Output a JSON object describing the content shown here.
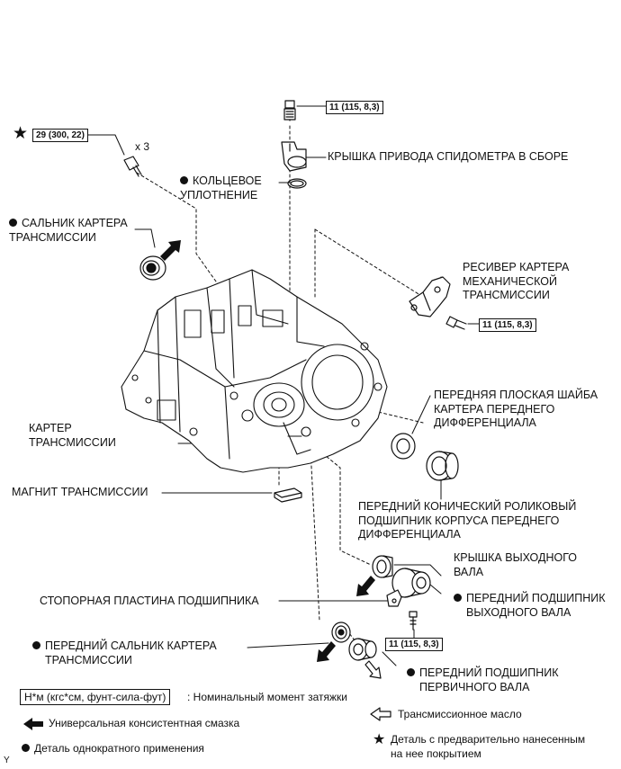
{
  "torques": {
    "t_star": "29 (300, 22)",
    "t_top": "11 (115, 8,3)",
    "t_receiver": "11 (115, 8,3)",
    "t_bottom": "11 (115, 8,3)"
  },
  "multiplier": "x 3",
  "labels": {
    "speedometer_cover": "КРЫШКА ПРИВОДА СПИДОМЕТРА В СБОРЕ",
    "o_ring_1": "КОЛЬЦЕВОЕ",
    "o_ring_2": "УПЛОТНЕНИЕ",
    "case_seal_1": "САЛЬНИК КАРТЕРА",
    "case_seal_2": "ТРАНСМИССИИ",
    "receiver_1": "РЕСИВЕР КАРТЕРА",
    "receiver_2": "МЕХАНИЧЕСКОЙ",
    "receiver_3": "ТРАНСМИССИИ",
    "washer_1": "ПЕРЕДНЯЯ ПЛОСКАЯ ШАЙБА",
    "washer_2": "КАРТЕРА ПЕРЕДНЕГО",
    "washer_3": "ДИФФЕРЕНЦИАЛА",
    "case_1": "КАРТЕР",
    "case_2": "ТРАНСМИССИИ",
    "magnet": "МАГНИТ ТРАНСМИССИИ",
    "taper_1": "ПЕРЕДНИЙ КОНИЧЕСКИЙ РОЛИКОВЫЙ",
    "taper_2": "ПОДШИПНИК КОРПУСА ПЕРЕДНЕГО",
    "taper_3": "ДИФФЕРЕНЦИАЛА",
    "output_cover_1": "КРЫШКА ВЫХОДНОГО",
    "output_cover_2": "ВАЛА",
    "retainer": "СТОПОРНАЯ ПЛАСТИНА ПОДШИПНИКА",
    "output_bearing_1": "ПЕРЕДНИЙ ПОДШИПНИК",
    "output_bearing_2": "ВЫХОДНОГО ВАЛА",
    "front_seal_1": "ПЕРЕДНИЙ САЛЬНИК КАРТЕРА",
    "front_seal_2": "ТРАНСМИССИИ",
    "input_bearing_1": "ПЕРЕДНИЙ ПОДШИПНИК",
    "input_bearing_2": "ПЕРВИЧНОГО ВАЛА"
  },
  "legend": {
    "torque_unit": "Н*м (кгс*см, фунт-сила-фут)",
    "torque_desc": ": Номинальный момент затяжки",
    "grease": "Универсальная консистентная смазка",
    "oil": "Трансмиссионное масло",
    "non_reusable": "Деталь однократного применения",
    "precoated_1": "Деталь с предварительно нанесенным",
    "precoated_2": "на нее покрытием"
  },
  "corner_mark": "Y"
}
